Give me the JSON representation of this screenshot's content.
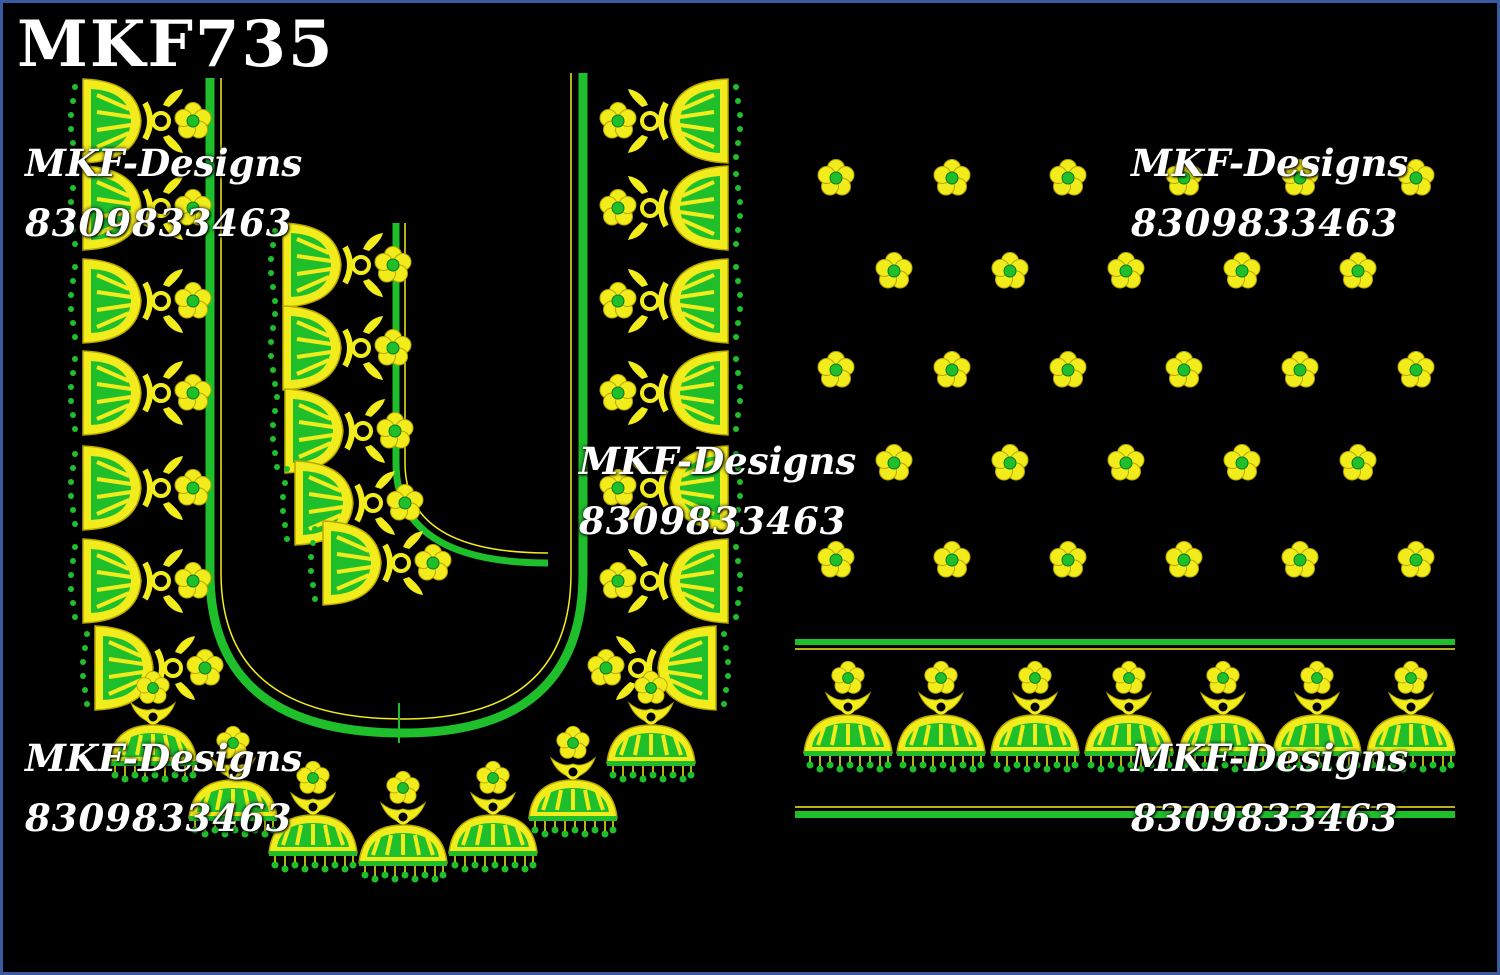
{
  "design_code": "MKF735",
  "watermarks": [
    {
      "brand": "MKF-Designs",
      "phone": "8309833463"
    },
    {
      "brand": "MKF-Designs",
      "phone": "8309833463"
    },
    {
      "brand": "MKF-Designs",
      "phone": "8309833463"
    },
    {
      "brand": "MKF-Designs",
      "phone": "8309833463"
    },
    {
      "brand": "MKF-Designs",
      "phone": "8309833463"
    }
  ],
  "colors": {
    "background": "#000000",
    "thread_yellow": "#f2ec1c",
    "thread_green": "#1fbf2c",
    "thread_dark_green": "#0b7a1a",
    "border": "#3a5aa0",
    "text": "#ffffff"
  }
}
